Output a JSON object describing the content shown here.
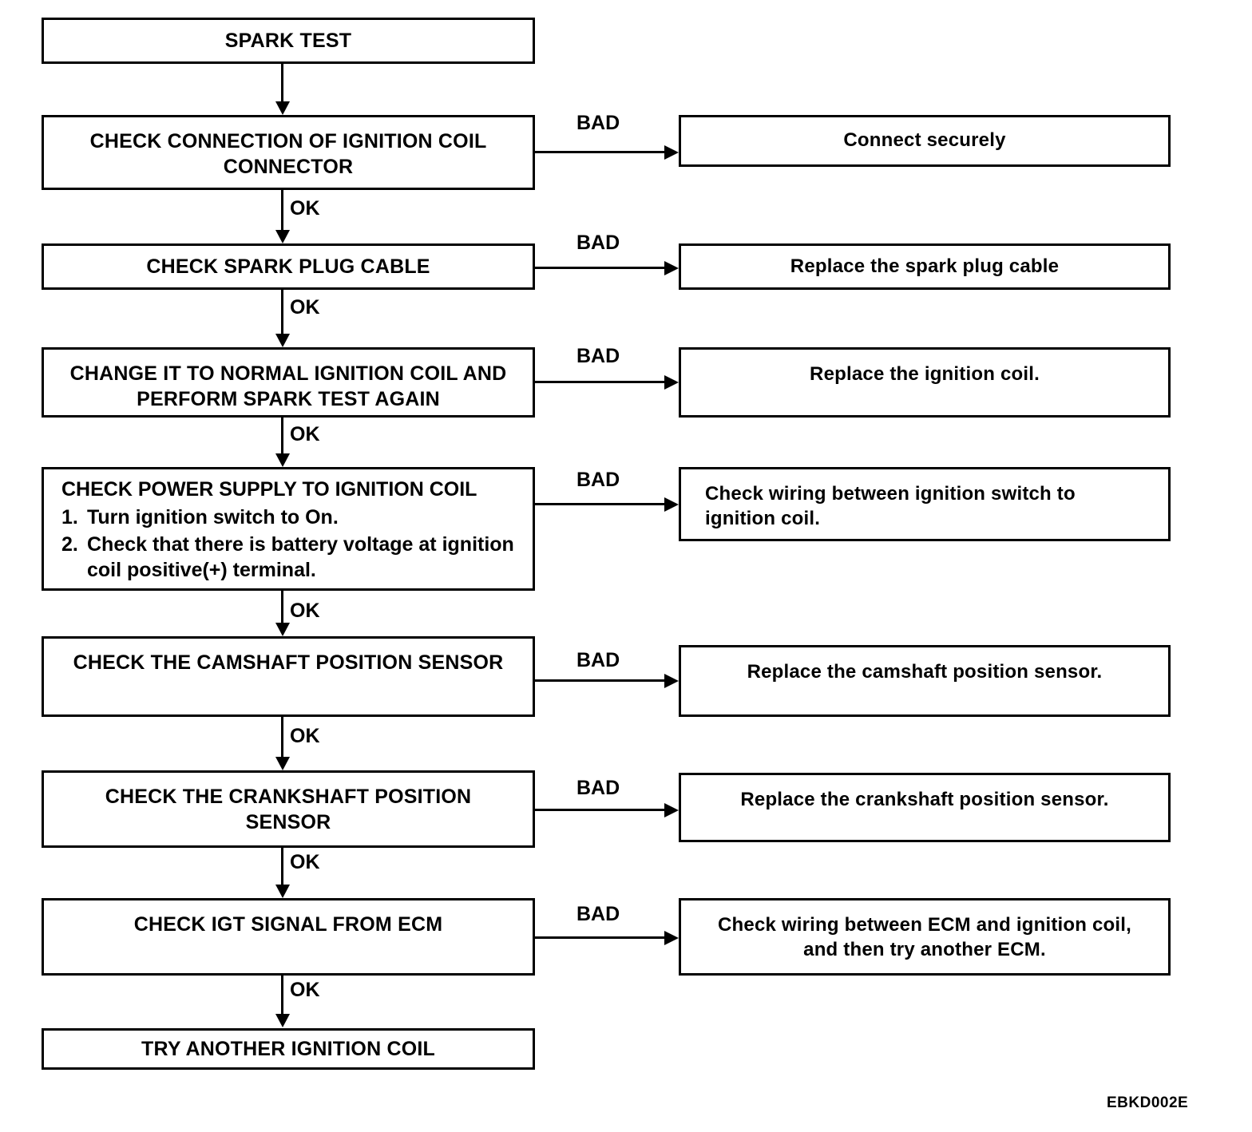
{
  "figure": {
    "code": "EBKD002E",
    "title": "SPARK TEST",
    "ok_label": "OK",
    "bad_label": "BAD"
  },
  "chart_data": {
    "type": "diagram",
    "title": "SPARK TEST",
    "subtype": "troubleshooting-flowchart",
    "edge_labels": {
      "pass": "OK",
      "fail": "BAD"
    },
    "nodes": [
      {
        "id": "n1",
        "label": "SPARK TEST"
      },
      {
        "id": "n2",
        "label": "CHECK CONNECTION OF IGNITION COIL\nCONNECTOR"
      },
      {
        "id": "n3",
        "label": "CHECK SPARK PLUG CABLE"
      },
      {
        "id": "n4",
        "label": "CHANGE IT TO NORMAL IGNITION COIL AND\nPERFORM SPARK TEST AGAIN"
      },
      {
        "id": "n5",
        "label": "CHECK POWER SUPPLY TO IGNITION COIL"
      },
      {
        "id": "n6",
        "label": "CHECK THE CAMSHAFT POSITION SENSOR"
      },
      {
        "id": "n7",
        "label": "CHECK THE CRANKSHAFT POSITION\nSENSOR"
      },
      {
        "id": "n8",
        "label": "CHECK IGT SIGNAL FROM ECM"
      },
      {
        "id": "n9",
        "label": "TRY ANOTHER IGNITION COIL"
      },
      {
        "id": "r2",
        "label": "Connect securely"
      },
      {
        "id": "r3",
        "label": "Replace the spark plug cable"
      },
      {
        "id": "r4",
        "label": "Replace the ignition coil."
      },
      {
        "id": "r5",
        "label": "Check wiring between ignition switch to\nignition coil."
      },
      {
        "id": "r6",
        "label": "Replace the camshaft position sensor."
      },
      {
        "id": "r7",
        "label": "Replace the crankshaft position sensor."
      },
      {
        "id": "r8",
        "label": "Check wiring between ECM and ignition coil,\nand then try another ECM."
      }
    ],
    "edges": [
      {
        "from": "n1",
        "to": "n2",
        "label": ""
      },
      {
        "from": "n2",
        "to": "r2",
        "label": "BAD"
      },
      {
        "from": "n2",
        "to": "n3",
        "label": "OK"
      },
      {
        "from": "n3",
        "to": "r3",
        "label": "BAD"
      },
      {
        "from": "n3",
        "to": "n4",
        "label": "OK"
      },
      {
        "from": "n4",
        "to": "r4",
        "label": "BAD"
      },
      {
        "from": "n4",
        "to": "n5",
        "label": "OK"
      },
      {
        "from": "n5",
        "to": "r5",
        "label": "BAD"
      },
      {
        "from": "n5",
        "to": "n6",
        "label": "OK"
      },
      {
        "from": "n6",
        "to": "r6",
        "label": "BAD"
      },
      {
        "from": "n6",
        "to": "n7",
        "label": "OK"
      },
      {
        "from": "n7",
        "to": "r7",
        "label": "BAD"
      },
      {
        "from": "n7",
        "to": "n8",
        "label": "OK"
      },
      {
        "from": "n8",
        "to": "r8",
        "label": "BAD"
      },
      {
        "from": "n8",
        "to": "n9",
        "label": "OK"
      }
    ]
  },
  "steps": {
    "s1": {
      "text": "SPARK TEST"
    },
    "s2": {
      "text": "CHECK CONNECTION OF IGNITION COIL\nCONNECTOR",
      "ok": "OK",
      "bad": "BAD",
      "result": "Connect securely"
    },
    "s3": {
      "text": "CHECK SPARK PLUG CABLE",
      "ok": "OK",
      "bad": "BAD",
      "result": "Replace the spark plug cable"
    },
    "s4": {
      "text": "CHANGE IT TO NORMAL IGNITION COIL AND\nPERFORM SPARK TEST AGAIN",
      "ok": "OK",
      "bad": "BAD",
      "result": "Replace the ignition coil."
    },
    "s5": {
      "heading": "CHECK POWER SUPPLY TO IGNITION COIL",
      "item1_num": "1.",
      "item1_text": "Turn ignition switch to On.",
      "item2_num": "2.",
      "item2_text": "Check that there is battery voltage at ignition\ncoil positive(+) terminal.",
      "ok": "OK",
      "bad": "BAD",
      "result": "Check wiring between ignition switch to\nignition coil."
    },
    "s6": {
      "text": "CHECK THE CAMSHAFT POSITION SENSOR",
      "ok": "OK",
      "bad": "BAD",
      "result": "Replace the camshaft position sensor."
    },
    "s7": {
      "text": "CHECK THE CRANKSHAFT POSITION\nSENSOR",
      "ok": "OK",
      "bad": "BAD",
      "result": "Replace the crankshaft position sensor."
    },
    "s8": {
      "text": "CHECK IGT SIGNAL FROM ECM",
      "ok": "OK",
      "bad": "BAD",
      "result": "Check wiring between ECM and ignition coil,\nand then try another ECM."
    },
    "s9": {
      "text": "TRY ANOTHER IGNITION COIL"
    }
  }
}
